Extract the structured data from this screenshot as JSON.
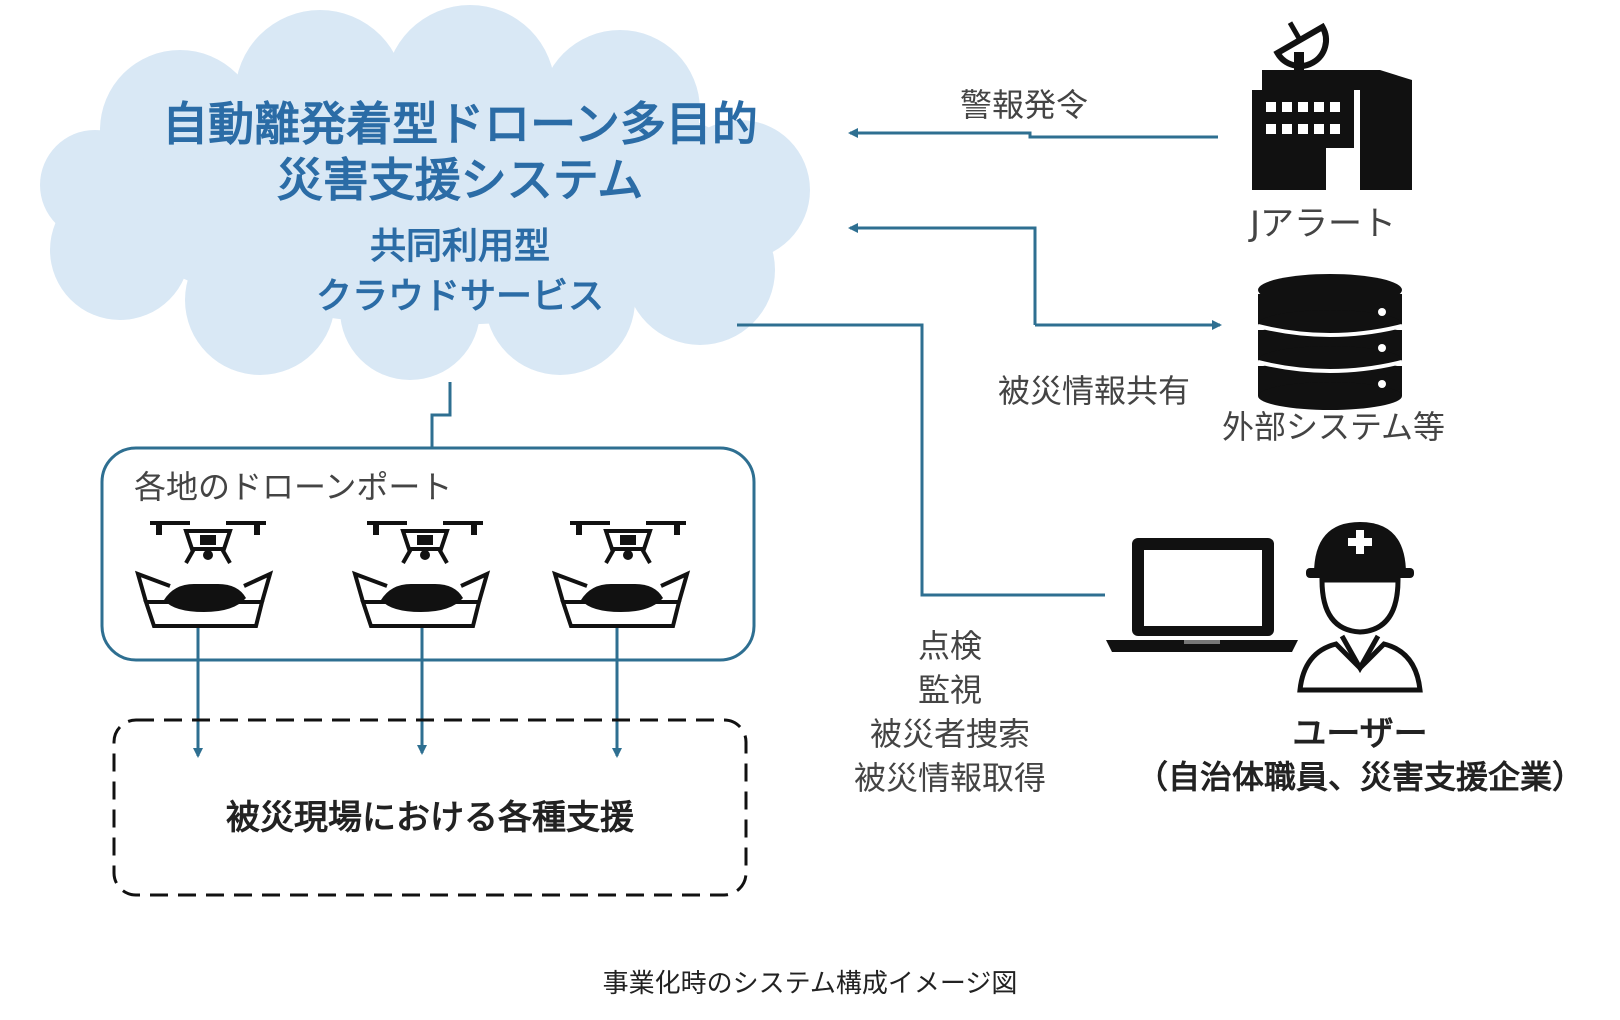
{
  "cloud": {
    "title_lines": [
      "自動離発着型ドローン多目的",
      "災害支援システム"
    ],
    "subtitle_lines": [
      "共同利用型",
      "クラウドサービス"
    ]
  },
  "j_alert": {
    "label": "Jアラート",
    "arrow_label": "警報発令",
    "icon": "building-with-satellite-dish-icon"
  },
  "external": {
    "label": "外部システム等",
    "arrow_label": "被災情報共有",
    "icon": "database-icon"
  },
  "ports": {
    "label": "各地のドローンポート",
    "items": [
      {
        "icon": "drone-icon",
        "port_icon": "drone-port-box-icon"
      },
      {
        "icon": "drone-icon",
        "port_icon": "drone-port-box-icon"
      },
      {
        "icon": "drone-icon",
        "port_icon": "drone-port-box-icon"
      }
    ]
  },
  "support": {
    "label": "被災現場における各種支援"
  },
  "user": {
    "title": "ユーザー",
    "subtitle": "（自治体職員、災害支援企業）",
    "icons": [
      "laptop-icon",
      "worker-with-helmet-icon"
    ],
    "functions": [
      "点検",
      "監視",
      "被災者捜索",
      "被災情報取得"
    ]
  },
  "caption": "事業化時のシステム構成イメージ図",
  "colors": {
    "cloud_fill": "#d9e8f5",
    "cloud_text": "#2b6ca6",
    "line": "#2e6f91",
    "icon": "#111111"
  }
}
